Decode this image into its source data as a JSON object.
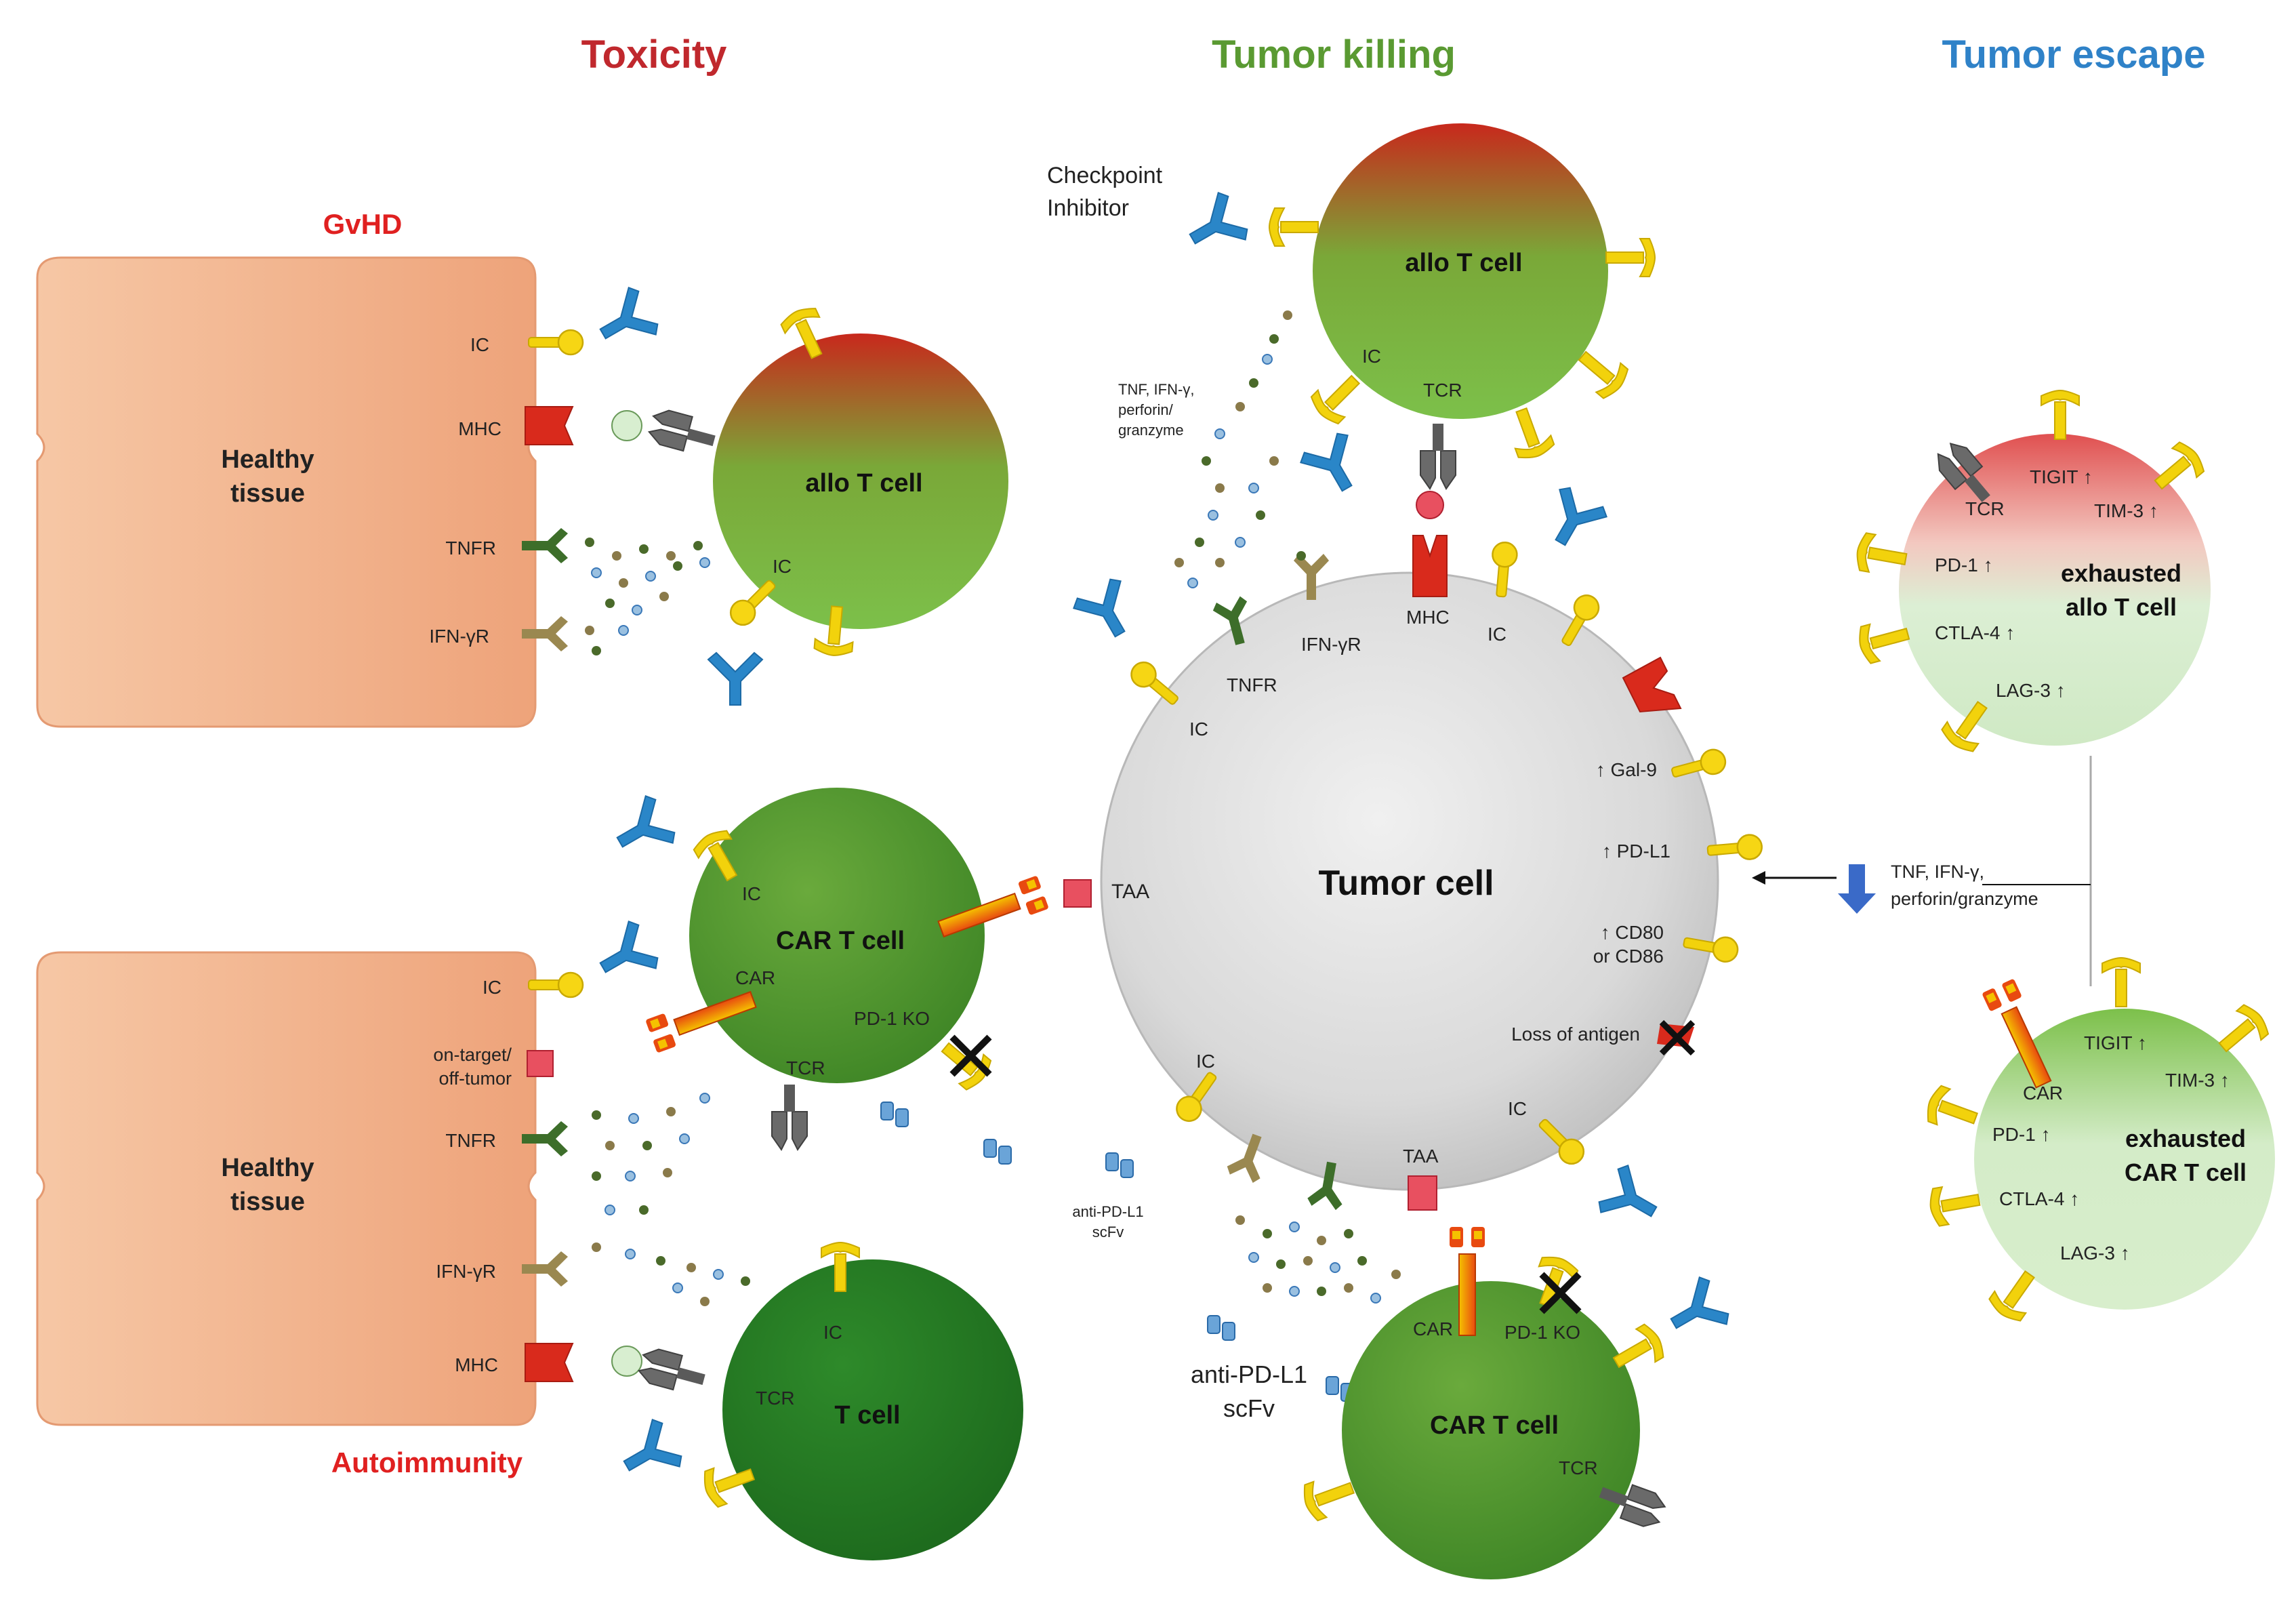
{
  "headers": {
    "toxicity": "Toxicity",
    "tumor_killing": "Tumor killing",
    "tumor_escape": "Tumor escape"
  },
  "colors": {
    "toxicity": "#c0282d",
    "tumor_killing": "#5a9a32",
    "tumor_escape": "#2f82c8",
    "subhead": "#e02020",
    "tissue": "#f2b48c",
    "ic_yellow": "#f2d20c",
    "antibody_blue": "#2a86c8",
    "mhc_red": "#d92a1c"
  },
  "sections": {
    "gvhd": "GvHD",
    "autoimmunity": "Autoimmunity"
  },
  "tissue_top": {
    "title_line1": "Healthy",
    "title_line2": "tissue",
    "ic": "IC",
    "mhc": "MHC",
    "tnfr": "TNFR",
    "ifngr": "IFN-γR"
  },
  "tissue_bottom": {
    "title_line1": "Healthy",
    "title_line2": "tissue",
    "ic": "IC",
    "on_target_line1": "on-target/",
    "on_target_line2": "off-tumor",
    "tnfr": "TNFR",
    "ifngr": "IFN-γR",
    "mhc": "MHC"
  },
  "cells": {
    "allo_left": {
      "name": "allo T cell",
      "ic": "IC"
    },
    "car_left": {
      "name": "CAR T cell",
      "ic": "IC",
      "car": "CAR",
      "pd1ko": "PD-1 KO",
      "tcr": "TCR"
    },
    "t_cell": {
      "name": "T cell",
      "ic": "IC",
      "tcr": "TCR"
    },
    "allo_top": {
      "name": "allo T cell",
      "ic": "IC",
      "tcr": "TCR"
    },
    "tumor": {
      "name": "Tumor cell",
      "ic1": "IC",
      "tnfr": "TNFR",
      "ifngr": "IFN-γR",
      "mhc": "MHC",
      "ic2": "IC",
      "gal9": "↑ Gal-9",
      "pdl1": "↑ PD-L1",
      "cd80_line1": "↑ CD80",
      "cd80_line2": "or CD86",
      "loss": "Loss of antigen",
      "ic3": "IC",
      "taa_bottom": "TAA",
      "ic4": "IC",
      "taa_left": "TAA"
    },
    "car_bottom": {
      "name": "CAR T cell",
      "car": "CAR",
      "pd1ko": "PD-1 KO",
      "tcr": "TCR"
    },
    "exhausted_allo": {
      "name_line1": "exhausted",
      "name_line2": "allo T cell",
      "tcr": "TCR",
      "tigit": "TIGIT ↑",
      "tim3": "TIM-3 ↑",
      "pd1": "PD-1 ↑",
      "ctla4": "CTLA-4 ↑",
      "lag3": "LAG-3 ↑"
    },
    "exhausted_car": {
      "name_line1": "exhausted",
      "name_line2": "CAR T cell",
      "car": "CAR",
      "tigit": "TIGIT ↑",
      "tim3": "TIM-3 ↑",
      "pd1": "PD-1 ↑",
      "ctla4": "CTLA-4 ↑",
      "lag3": "LAG-3 ↑"
    }
  },
  "labels": {
    "checkpoint_line1": "Checkpoint",
    "checkpoint_line2": "Inhibitor",
    "cytokines_top_line1": "TNF, IFN-γ,",
    "cytokines_top_line2": "perforin/",
    "cytokines_top_line3": "granzyme",
    "cytokines_right_line1": "TNF, IFN-γ,",
    "cytokines_right_line2": "perforin/granzyme",
    "scfv_small_line1": "anti-PD-L1",
    "scfv_small_line2": "scFv",
    "scfv_large_line1": "anti-PD-L1",
    "scfv_large_line2": "scFv"
  }
}
